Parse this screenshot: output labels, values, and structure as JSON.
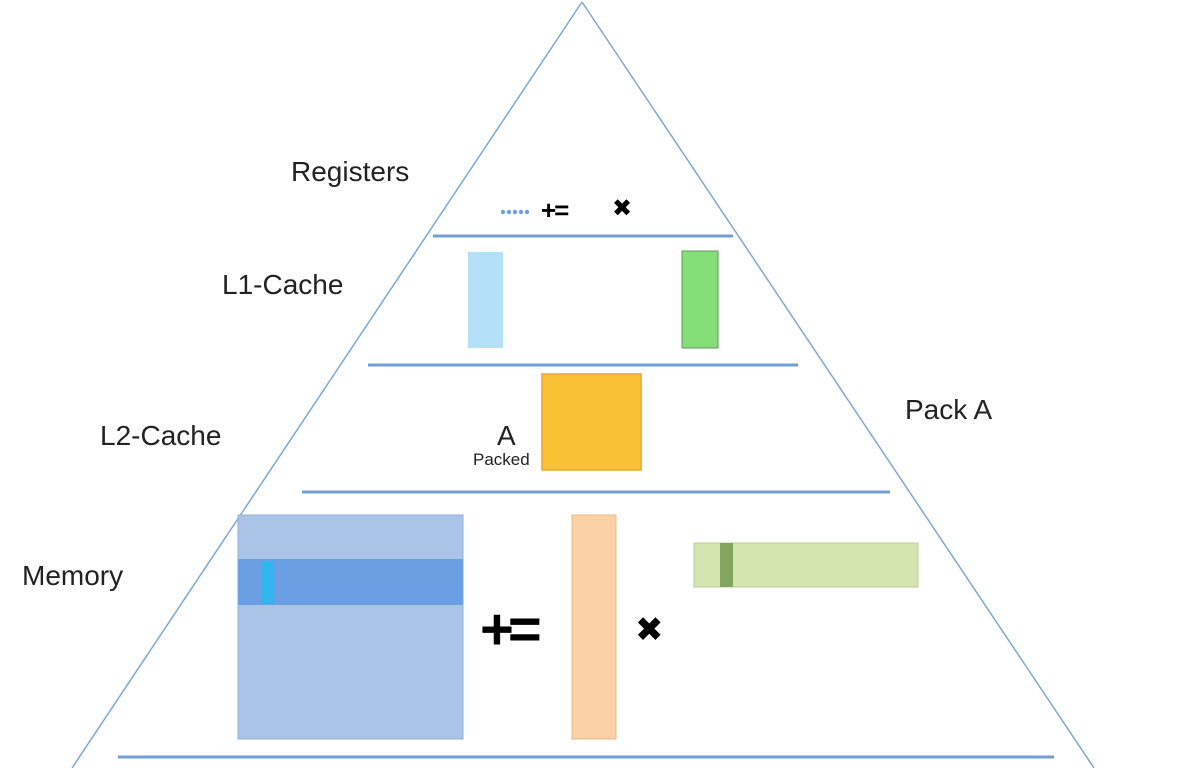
{
  "levels": {
    "registers": "Registers",
    "l1_cache": "L1-Cache",
    "l2_cache": "L2-Cache",
    "memory": "Memory"
  },
  "side_label": "Pack A",
  "packed_block": {
    "label": "A",
    "sublabel": "Packed"
  },
  "operators": {
    "plus_equals": "+=",
    "times": "✖"
  },
  "colors": {
    "pyramid_line": "#7ea6d4",
    "level_divider": "#6f9fd6",
    "c_matrix": "#a9c4e6",
    "c_row_panel": "#6b9fe3",
    "c_micro_tile": "#31b7f0",
    "a_panel": "#fbd0a4",
    "b_panel": "#d4e6b0",
    "b_micro_panel": "#80a75d",
    "a_packed": "#f9c234",
    "l1_a_sliver": "#b4e1f7",
    "l1_b_sliver": "#84de78",
    "register_dots": "#6ea0e0"
  }
}
